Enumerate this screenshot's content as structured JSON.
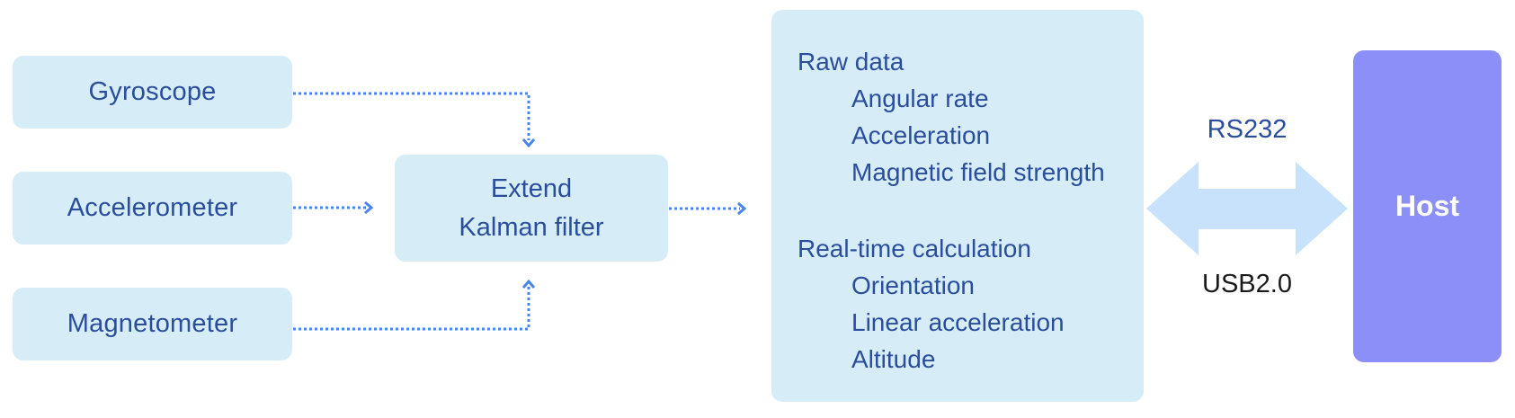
{
  "sensors": {
    "gyroscope": "Gyroscope",
    "accelerometer": "Accelerometer",
    "magnetometer": "Magnetometer"
  },
  "filter": {
    "line1": "Extend",
    "line2": "Kalman filter"
  },
  "output": {
    "raw_heading": "Raw data",
    "raw_items": [
      "Angular rate",
      "Acceleration",
      "Magnetic field strength"
    ],
    "calc_heading": "Real-time calculation",
    "calc_items": [
      "Orientation",
      "Linear acceleration",
      "Altitude"
    ]
  },
  "link": {
    "top_label": "RS232",
    "bottom_label": "USB2.0"
  },
  "host": {
    "label": "Host"
  },
  "colors": {
    "box_fill": "#d6edf8",
    "text": "#2a4d9c",
    "connector": "#4a86e8",
    "arrow_fill": "#c9e2fb",
    "host_fill": "#8c8ff8"
  }
}
